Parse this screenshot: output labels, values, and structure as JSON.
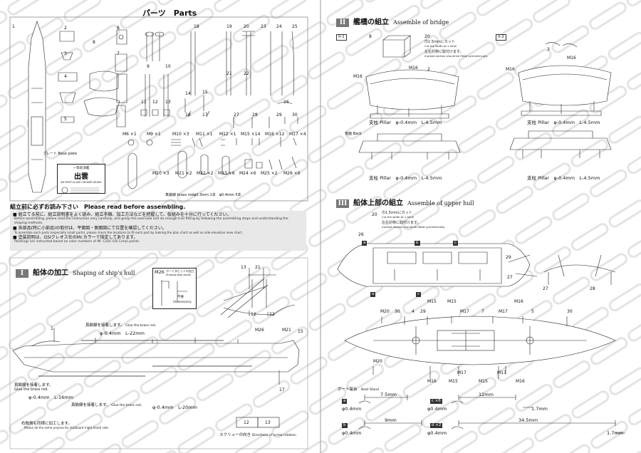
{
  "parts": {
    "title": "パーツ　Parts",
    "part_numbers": [
      "1",
      "2",
      "3",
      "4",
      "5",
      "6",
      "7",
      "8",
      "9",
      "10",
      "11",
      "12",
      "13",
      "14",
      "15",
      "16",
      "17",
      "18",
      "19",
      "20",
      "21",
      "22",
      "23",
      "24",
      "25",
      "26",
      "27",
      "28",
      "29",
      "30"
    ],
    "mini_labels": [
      "M6 ×1",
      "M9 ×1",
      "M10 ×3",
      "M11 ×1",
      "M12 ×1",
      "M15 ×14",
      "M16 ×12",
      "M17 ×4",
      "M20 ×3",
      "M21 ×2",
      "M22 ×2",
      "M23 ×6",
      "M24 ×6",
      "M25 ×2",
      "M26 ×6"
    ],
    "plate_label": "プレート Base plate",
    "nameplate_jp": "一等巡洋艦",
    "nameplate_name": "出雲",
    "nameplate_en": "IJN FIRST-CLASS CRUISER IZUMO",
    "brass_rod_label": "真鍮線 brass rod",
    "rod_sizes": "φ0.3mm 1本　φ0.4mm 5本"
  },
  "notice": {
    "title": "組立前に必ずお読み下さい　Please read before assembling.",
    "items": [
      {
        "jp": "組立てる前に、組立説明書をよく読み、組立手順、加工方法などを把握して、仮組みを十分に行ってください。",
        "en": "Before assembling, please read the instruction very carefully, and grasp the overview and do enough trial fitting by following the assembling steps and understanding the shaping methods."
      },
      {
        "jp": "各部品(特に小部品)の取付は、平面図・側面図にて位置を確認してください。",
        "en": "To assemble each parts (especially small parts), please check the locations to fit each part by looking the plan chart as well as side elevation view chart."
      },
      {
        "jp": "塗装説明は、GSIクレオス社のMr.カラーで指定してあります。",
        "en": "Paintings are instructed based on color numbers of Mr. Color GSI Creos paints."
      }
    ]
  },
  "sec1": {
    "num": "I",
    "title": "船体の加工",
    "title_en": "Shaping of ship's hull",
    "m26_label": "M26",
    "m26_note": "ボートダビットの加工",
    "m26_note_en": "Shaping boat davits",
    "unnecessary_jp": "不要",
    "unnecessary_en": "Unnecessary",
    "glue_rod1": "真鍮線を接着します。",
    "glue_rod1_en": "Glue the brass rod.",
    "rod1": "φ-0.4mm　L-22mm",
    "glue_rod2": "真鍮線を接着します。",
    "glue_rod2_en": "Glue the brass rod.",
    "rod2": "φ-0.4mm　L-16mm",
    "glue_rod3": "真鍮線を接着します。",
    "glue_rod3_en": "Glue the brass rod.",
    "rod3": "φ-0.4mm　L-20mm",
    "starboard_jp": "右舷側も同様に加工します。",
    "starboard_en": "Please do the same process for starboard (right hand) side.",
    "screw_jp": "スクリューの向き",
    "screw_en": "Directions of screw rotation",
    "callouts": [
      "1",
      "13",
      "21",
      "12",
      "22",
      "M26",
      "M21",
      "15",
      "17",
      "12",
      "13"
    ]
  },
  "sec2": {
    "num": "II",
    "title": "艦橋の組立",
    "title_en": "Assemble of bridge",
    "step1": "II-1",
    "step2": "II-2",
    "cut_jp": "巾1.5mmにカット",
    "cut_en": "Cut the width at 1.5mm",
    "sym_jp": "左右対称に取付けます。",
    "sym_en": "marked section should be fitted symmetrically.",
    "pillar_jp": "支柱",
    "pillar_en": "Pillar",
    "pillar_size": "φ-0.4mm　L-4.5mm",
    "back_jp": "後面",
    "back_en": "Back",
    "callouts": [
      "8",
      "20",
      "M16",
      "M16",
      "2",
      "M16",
      "3",
      "M16"
    ]
  },
  "sec3": {
    "num": "III",
    "title": "船体上部の組立",
    "title_en": "Assemble of upper hull",
    "cut_jp": "巾1.5mmにカット",
    "cut_en": "Cut the width at 1.5mm",
    "sym_jp": "左右対称に取付けます。",
    "sym_en": "marked section should be fitted symmetrically.",
    "callouts": [
      "20",
      "26",
      "a",
      "b",
      "c",
      "b",
      "29",
      "27",
      "a",
      "c",
      "27",
      "28"
    ],
    "plan_labels_top": [
      "M20",
      "30",
      "4",
      "29",
      "M15",
      "M15",
      "M17",
      "7",
      "M17",
      "M16",
      "5",
      "30"
    ],
    "plan_labels_bottom": [
      "M20",
      "M16",
      "M15",
      "M17",
      "M15",
      "M17",
      "M16"
    ],
    "boat_stand_jp": "ボート架台",
    "boat_stand_en": "Boat Stand",
    "dims": [
      {
        "tag": "a",
        "dim": "7.5mm",
        "rod": "φ0.4mm"
      },
      {
        "tag": "c ×6",
        "dim": "12mm",
        "rod": "φ0.4mm",
        "extra": "1.7mm"
      },
      {
        "tag": "b",
        "dim": "9mm",
        "rod": "φ0.4mm"
      },
      {
        "tag": "d ×2",
        "dim": "34.5mm",
        "rod": "φ0.4mm",
        "extra": "1.7mm"
      }
    ]
  }
}
